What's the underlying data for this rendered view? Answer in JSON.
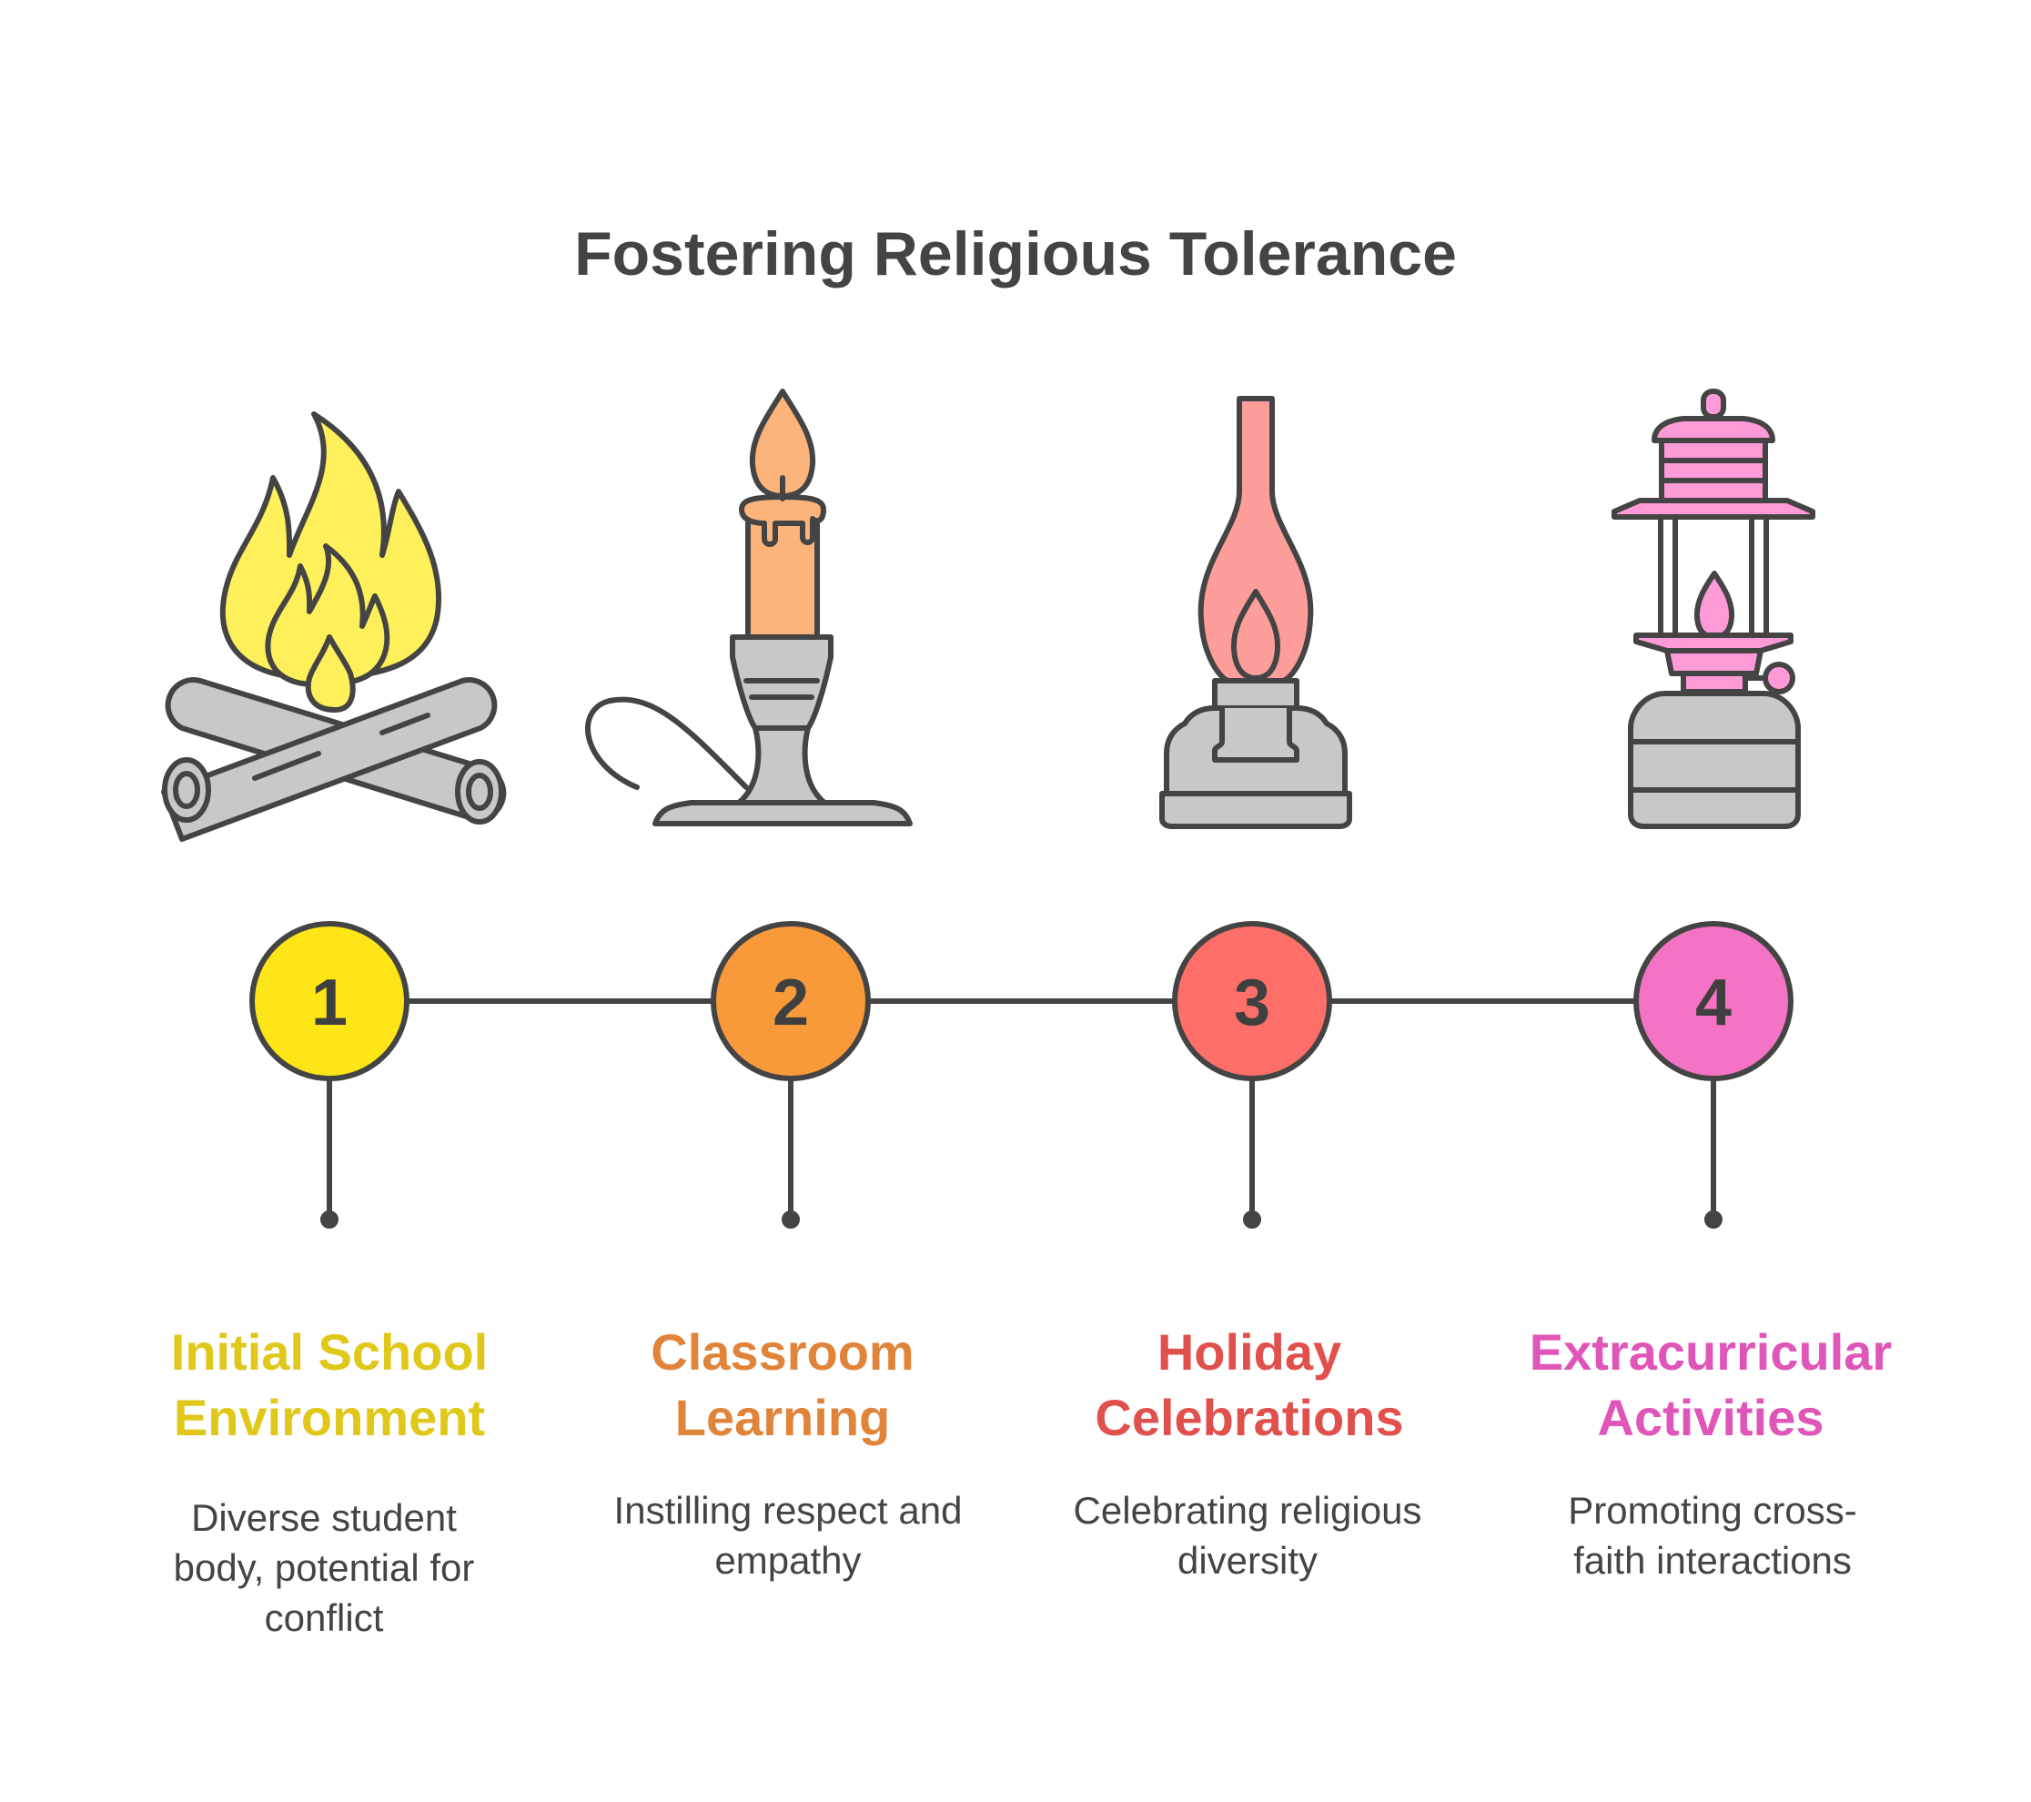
{
  "title": "Fostering Religious Tolerance",
  "colors": {
    "outline": "#444444",
    "text": "#444444",
    "step1": "#fde518",
    "step2": "#f89a3a",
    "step3": "#ff6f6a",
    "step4": "#f573c4",
    "step1_title": "#e0c81a",
    "step2_title": "#e0843a",
    "step3_title": "#e0504d",
    "step4_title": "#e055b8"
  },
  "steps": [
    {
      "number": "1",
      "title_lines": [
        "Initial School",
        "Environment"
      ],
      "description_lines": [
        "Diverse student",
        "body, potential for",
        "conflict"
      ],
      "icon": "campfire-icon"
    },
    {
      "number": "2",
      "title_lines": [
        "Classroom",
        "Learning"
      ],
      "description_lines": [
        "Instilling respect and",
        "empathy"
      ],
      "icon": "candle-holder-icon"
    },
    {
      "number": "3",
      "title_lines": [
        "Holiday",
        "Celebrations"
      ],
      "description_lines": [
        "Celebrating religious",
        "diversity"
      ],
      "icon": "oil-lamp-icon"
    },
    {
      "number": "4",
      "title_lines": [
        "Extracurricular",
        "Activities"
      ],
      "description_lines": [
        "Promoting cross-",
        "faith interactions"
      ],
      "icon": "lantern-icon"
    }
  ]
}
